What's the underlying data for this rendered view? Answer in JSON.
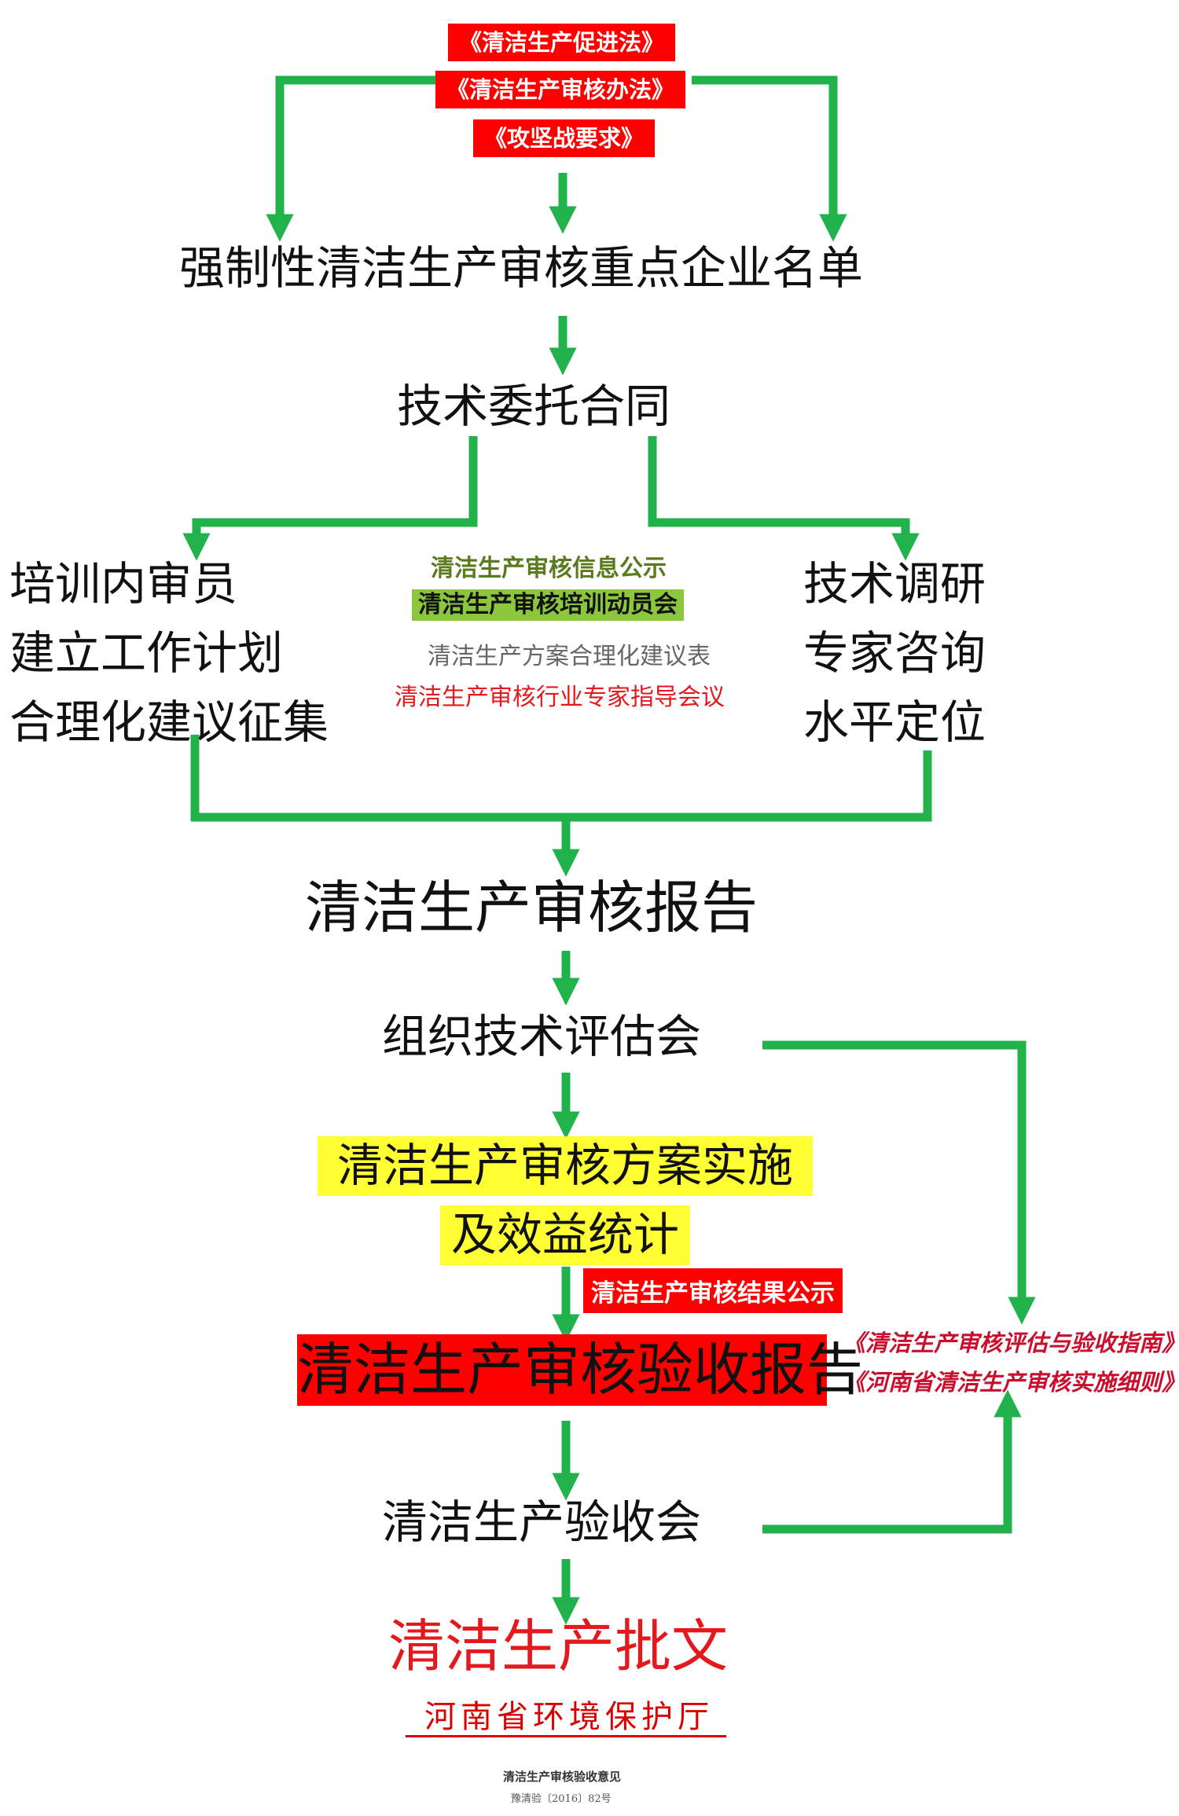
{
  "colors": {
    "arrow": "#22b24c",
    "red_box": "#ff0000",
    "yellow_box": "#ffff33",
    "lime_box": "#8cc63f",
    "red_text": "#e5181e",
    "dark_red_text": "#c8102e",
    "olive_text": "#5a7a1e",
    "gray_text": "#666666"
  },
  "laws": [
    "《清洁生产促进法》",
    "《清洁生产审核办法》",
    "《攻坚战要求》"
  ],
  "enterprise_list": "强制性清洁生产审核重点企业名单",
  "contract": "技术委托合同",
  "left_tasks": [
    "培训内审员",
    "建立工作计划",
    "合理化建议征集"
  ],
  "center_items": [
    "清洁生产审核信息公示",
    "清洁生产审核培训动员会",
    "清洁生产方案合理化建议表",
    "清洁生产审核行业专家指导会议"
  ],
  "right_tasks": [
    "技术调研",
    "专家咨询",
    "水平定位"
  ],
  "audit_report": "清洁生产审核报告",
  "assessment_meeting": "组织技术评估会",
  "implementation": [
    "清洁生产审核方案实施",
    "及效益统计"
  ],
  "result_publicity": "清洁生产审核结果公示",
  "acceptance_report": "清洁生产审核验收报告",
  "guidelines": [
    "《清洁生产审核评估与验收指南》",
    "《河南省清洁生产审核实施细则》"
  ],
  "acceptance_meeting": "清洁生产验收会",
  "approval": "清洁生产批文",
  "document": {
    "issuer": "河南省环境保护厅",
    "title": "清洁生产审核验收意见",
    "number": "豫清验〔2016〕82号"
  }
}
